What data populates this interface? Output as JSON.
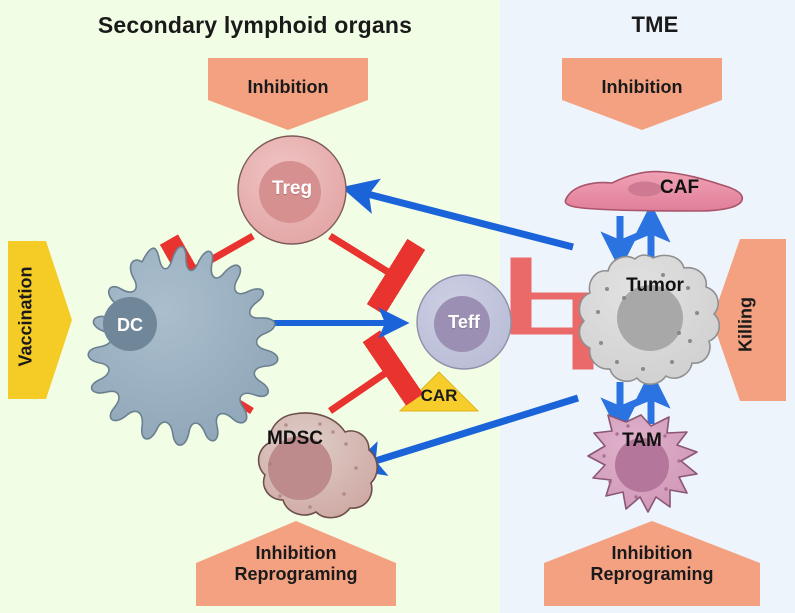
{
  "figure": {
    "type": "biological-pathway-diagram",
    "panels": [
      {
        "id": "left",
        "title": "Secondary lymphoid organs",
        "background": "#f2fde5"
      },
      {
        "id": "right",
        "title": "TME",
        "background": "#eef4fb"
      }
    ]
  },
  "titles": {
    "left": "Secondary lymphoid organs",
    "right": "TME"
  },
  "cells": {
    "treg": {
      "label": "Treg",
      "fill": "#e8b0b0",
      "nucleus": "#d79090",
      "text_color": "#ffffff"
    },
    "dc": {
      "label": "DC",
      "fill": "#9bb0c0",
      "nucleus": "#6f8799",
      "text_color": "#ffffff"
    },
    "teff": {
      "label": "Teff",
      "fill": "#c3c6dd",
      "nucleus": "#9c8fb4",
      "text_color": "#ffffff"
    },
    "mdsc": {
      "label": "MDSC",
      "fill": "#d8afab",
      "nucleus": "#bd8b8b",
      "text_color": "#111111"
    },
    "caf": {
      "label": "CAF",
      "fill": "#e893a8",
      "nucleus": "#d2788f",
      "text_color": "#111111"
    },
    "tumor": {
      "label": "Tumor",
      "fill": "#d7d7d7",
      "nucleus": "#a8a8a8",
      "text_color": "#111111"
    },
    "tam": {
      "label": "TAM",
      "fill": "#d9a2c0",
      "nucleus": "#b4779b",
      "text_color": "#111111"
    }
  },
  "banners": {
    "inhibition_left": {
      "label": "Inhibition",
      "fill": "#f4a182",
      "shape": "down-arrow"
    },
    "inhibition_right": {
      "label": "Inhibition",
      "fill": "#f4a182",
      "shape": "down-arrow"
    },
    "reprogram_left": {
      "label": "Inhibition\nReprograming",
      "fill": "#f4a182",
      "shape": "up-arrow"
    },
    "reprogram_right": {
      "label": "Inhibition\nReprograming",
      "fill": "#f4a182",
      "shape": "up-arrow"
    },
    "vaccination": {
      "label": "Vaccination",
      "fill": "#f5cb26",
      "shape": "right-arrow"
    },
    "killing": {
      "label": "Killing",
      "fill": "#f4a182",
      "shape": "left-arrow"
    },
    "car": {
      "label": "CAR",
      "fill": "#f7cd2c",
      "shape": "triangle"
    }
  },
  "connectors": {
    "inhibition_color": "#e8332e",
    "inhibition_color_light": "#ea6a6a",
    "activation_color": "#1b63d8",
    "edges": [
      {
        "from": "treg",
        "to": "dc",
        "kind": "inhibition"
      },
      {
        "from": "treg",
        "to": "teff",
        "kind": "inhibition"
      },
      {
        "from": "mdsc",
        "to": "dc",
        "kind": "inhibition"
      },
      {
        "from": "mdsc",
        "to": "teff",
        "kind": "inhibition"
      },
      {
        "from": "dc",
        "to": "teff",
        "kind": "activation"
      },
      {
        "from": "tumor",
        "to": "treg",
        "kind": "activation"
      },
      {
        "from": "tumor",
        "to": "mdsc",
        "kind": "activation"
      },
      {
        "from": "tumor",
        "to": "teff",
        "kind": "inhibition"
      },
      {
        "from": "teff",
        "to": "tumor",
        "kind": "inhibition"
      },
      {
        "from": "caf",
        "to": "tumor",
        "kind": "activation-bidirectional"
      },
      {
        "from": "tam",
        "to": "tumor",
        "kind": "activation-bidirectional"
      }
    ]
  },
  "colors": {
    "panel_left": "#f2fde5",
    "panel_right": "#eef4fb",
    "salmon": "#f4a182",
    "yellow": "#f5cb26",
    "red": "#e8332e",
    "blue": "#1b63d8"
  }
}
